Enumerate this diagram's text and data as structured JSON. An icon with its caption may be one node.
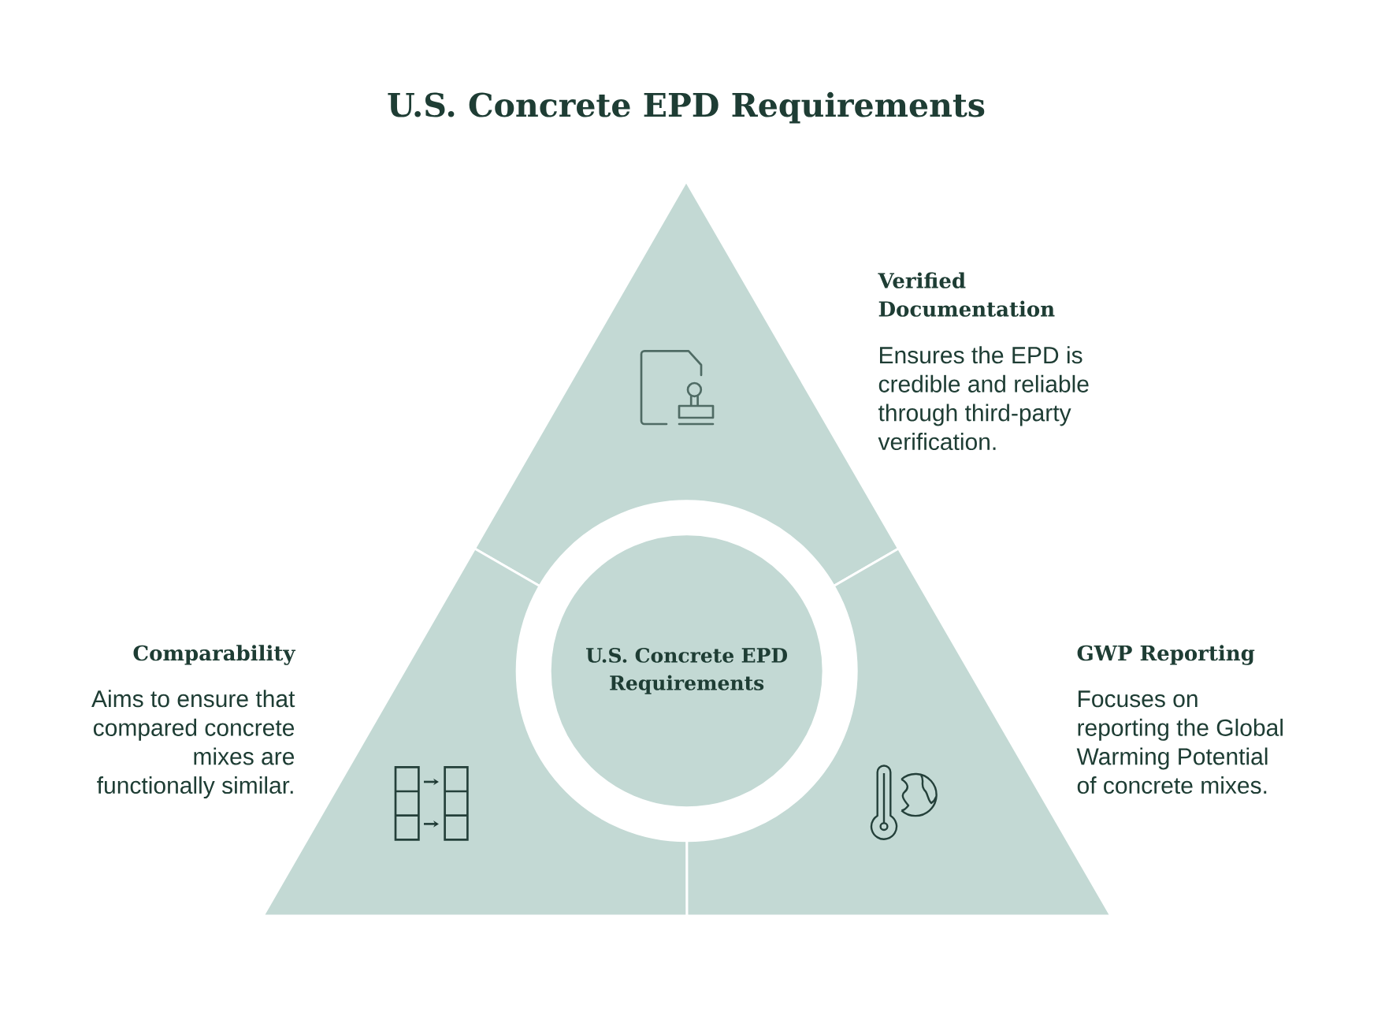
{
  "diagram": {
    "title": "U.S. Concrete EPD Requirements",
    "nodes": [
      {
        "text": [
          "Verified Documentation",
          "Ensures the EPD is credible and reliable through third-party verification."
        ]
      },
      {
        "text": [
          "U.S. Concrete EPD Requirements"
        ]
      },
      {
        "text": [
          "Comparability",
          "Aims to ensure that compared concrete mixes are functionally similar."
        ]
      },
      {
        "text": [
          "GWP Reporting",
          "Focuses on reporting the Global Warming Potential of concrete mixes."
        ]
      }
    ]
  }
}
